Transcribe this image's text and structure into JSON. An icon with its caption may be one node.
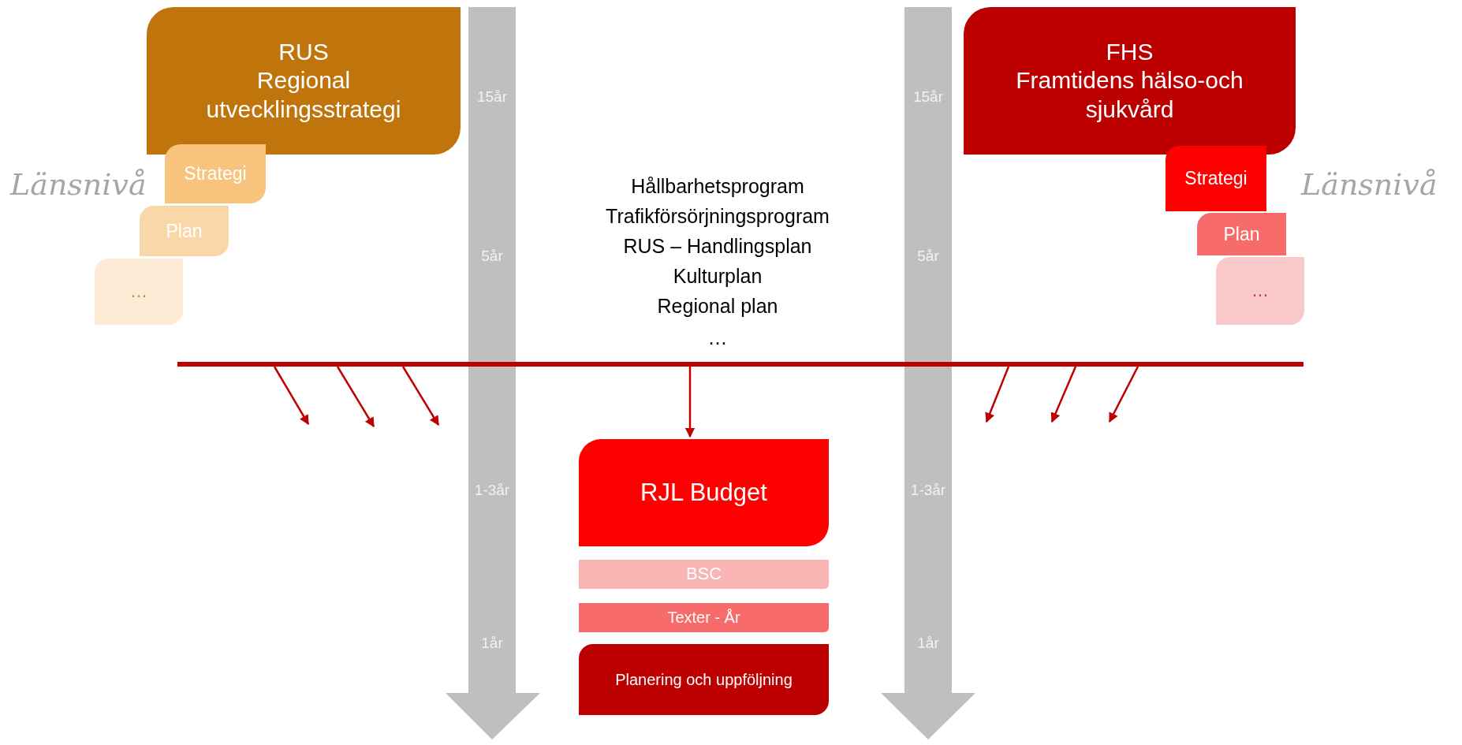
{
  "diagram": {
    "nodes": [
      {
        "text": [
          "RUS",
          "Regional utvecklingsstrategi"
        ]
      },
      {
        "text": [
          "Strategi"
        ]
      },
      {
        "text": [
          "Plan"
        ]
      },
      {
        "text": [
          "…"
        ]
      },
      {
        "text": [
          "FHS",
          "Framtidens hälso-och sjukvård"
        ]
      },
      {
        "text": [
          "Strategi"
        ]
      },
      {
        "text": [
          "Plan"
        ]
      },
      {
        "text": [
          "…"
        ]
      },
      {
        "text": [],
        "shape": "bar"
      },
      {
        "text": [
          "RJL Budget"
        ]
      },
      {
        "text": [
          "BSC"
        ]
      },
      {
        "text": [
          "Texter - År"
        ]
      },
      {
        "text": [
          "Planering och uppföljning"
        ]
      }
    ],
    "edges": [
      {
        "from": 8,
        "to": null,
        "arrow": "to"
      },
      {
        "from": 8,
        "to": null,
        "arrow": "to"
      },
      {
        "from": 8,
        "to": null,
        "arrow": "to"
      },
      {
        "from": 8,
        "to": 9,
        "arrow": "to"
      },
      {
        "from": 8,
        "to": null,
        "arrow": "to"
      },
      {
        "from": 8,
        "to": null,
        "arrow": "to"
      },
      {
        "from": 8,
        "to": null,
        "arrow": "to"
      }
    ],
    "labels": [
      "15år",
      "15år",
      "Länsnivå",
      "Hållbarhetsprogram",
      "Länsnivå",
      "Trafikförsörjningsprogram",
      "5år",
      "RUS – Handlingsplan",
      "5år",
      "Kulturplan",
      "Regional plan",
      "…",
      "1-3år",
      "1-3år",
      "1år",
      "1år"
    ]
  }
}
